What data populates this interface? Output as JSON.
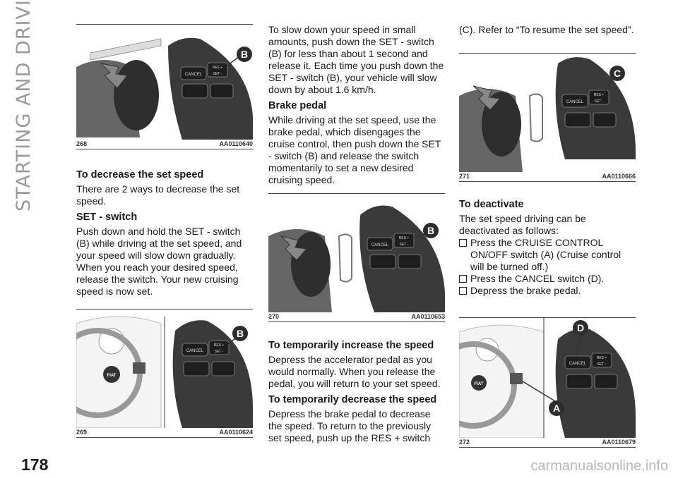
{
  "side_title": "STARTING AND DRIVING",
  "page_number": "178",
  "watermark": "carmanualsonline.info",
  "figures": {
    "f268": {
      "number": "268",
      "code": "AA0110640",
      "labels": [
        "B"
      ],
      "buttons": [
        "CANCEL",
        "RES +",
        "SET -"
      ]
    },
    "f269": {
      "number": "269",
      "code": "AA0110624",
      "labels": [
        "B"
      ],
      "buttons": [
        "CANCEL",
        "RES +",
        "SET -"
      ],
      "logo": "FIAT"
    },
    "f270": {
      "number": "270",
      "code": "AA0110653",
      "labels": [
        "B"
      ],
      "buttons": [
        "CANCEL",
        "RES +",
        "SET -"
      ]
    },
    "f271": {
      "number": "271",
      "code": "AA0110666",
      "labels": [
        "C"
      ],
      "buttons": [
        "CANCEL",
        "RES +",
        "SET -"
      ]
    },
    "f272": {
      "number": "272",
      "code": "AA0110679",
      "labels": [
        "D",
        "A"
      ],
      "buttons": [
        "CANCEL",
        "RES +",
        "SET -"
      ],
      "logo": "FIAT"
    }
  },
  "col1": {
    "heading1": "To decrease the set speed",
    "p1": "There are 2 ways to decrease the set speed.",
    "heading2": "SET - switch",
    "p2": "Push down and hold the SET - switch (B) while driving at the set speed, and your speed will slow down gradually. When you reach your desired speed, release the switch. Your new cruising speed is now set."
  },
  "col2": {
    "p1": "To slow down your speed in small amounts, push down the SET - switch (B) for less than about 1 second and release it. Each time you push down the SET - switch (B), your vehicle will slow down by about 1.6 km/h.",
    "heading1": "Brake pedal",
    "p2": "While driving at the set speed, use the brake pedal, which disengages the cruise control, then push down the SET - switch (B) and release the switch momentarily to set a new desired cruising speed.",
    "heading2": "To temporarily increase the speed",
    "p3": "Depress the accelerator pedal as you would normally. When you release the pedal, you will return to your set speed.",
    "heading3": "To temporarily decrease the speed",
    "p4": "Depress the brake pedal to decrease the speed. To return to the previously set speed, push up the RES + switch"
  },
  "col3": {
    "p1": "(C). Refer to “To resume the set speed”.",
    "heading1": "To deactivate",
    "p2": "The set speed driving can be deactivated as follows:",
    "bullets": [
      "Press the CRUISE CONTROL ON/OFF switch (A) (Cruise control will be turned off.)",
      "Press the CANCEL switch (D).",
      "Depress the brake pedal."
    ]
  }
}
